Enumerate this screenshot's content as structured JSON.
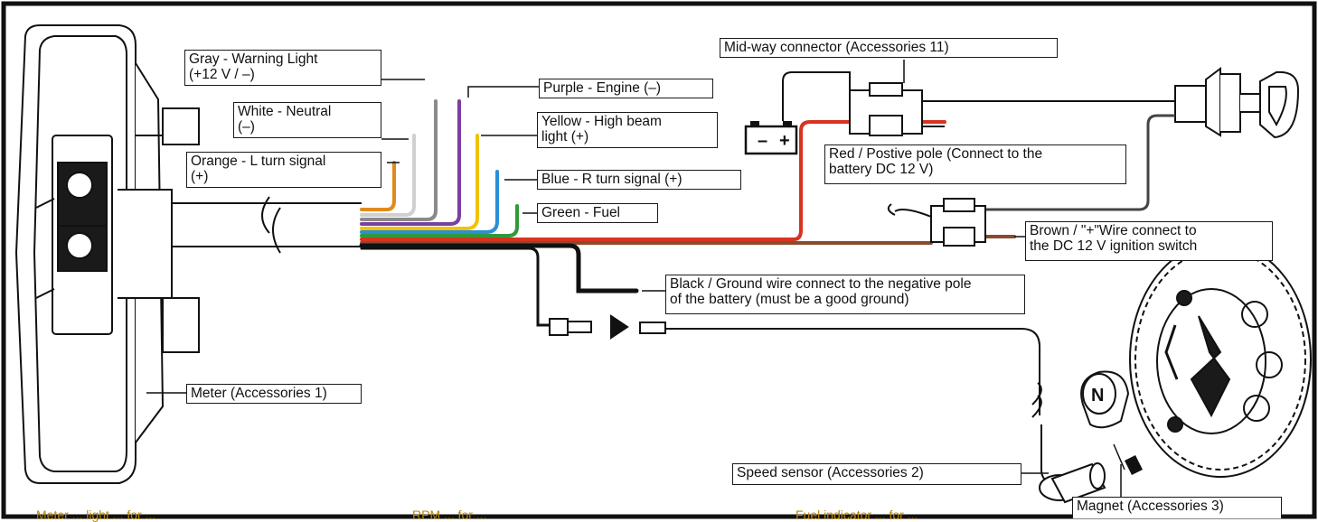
{
  "labels": {
    "gray": "Gray - Warning Light\n(+12 V / –)",
    "purple": "Purple - Engine (–)",
    "white": "White - Neutral\n(–)",
    "yellow": "Yellow - High beam\nlight (+)",
    "orange": "Orange - L turn signal\n(+)",
    "blue": "Blue - R turn signal (+)",
    "green": "Green - Fuel",
    "midway": "Mid-way connector (Accessories 11)",
    "red_1": "Red / Postive pole (Connect to the",
    "red_2": "battery DC 12 V)",
    "brown_1": "Brown / \"+\"Wire connect to",
    "brown_2": "the DC 12 V ignition switch",
    "black_1": "Black / Ground wire connect to the negative pole",
    "black_2": "of the battery (must be a good ground)",
    "meter": "Meter (Accessories 1)",
    "speed_sensor": "Speed sensor (Accessories 2)",
    "magnet": "Magnet (Accessories 3)",
    "magnet_pole": "N"
  },
  "battery": {
    "minus": "–",
    "plus": "+"
  },
  "footer": {
    "left": "Meter ... light ... for ...",
    "middle": "RPM ... for ...",
    "right": "Fuel indicator ... for ..."
  },
  "wire_colors": {
    "orange": "#e08a1e",
    "white": "#d0d0d0",
    "gray": "#8a8a8a",
    "purple": "#7b3fa0",
    "yellow": "#f2c200",
    "blue": "#2b8fd6",
    "green": "#2f9a3a",
    "red": "#d8331f",
    "brown": "#8b4a2b",
    "black": "#111111"
  }
}
